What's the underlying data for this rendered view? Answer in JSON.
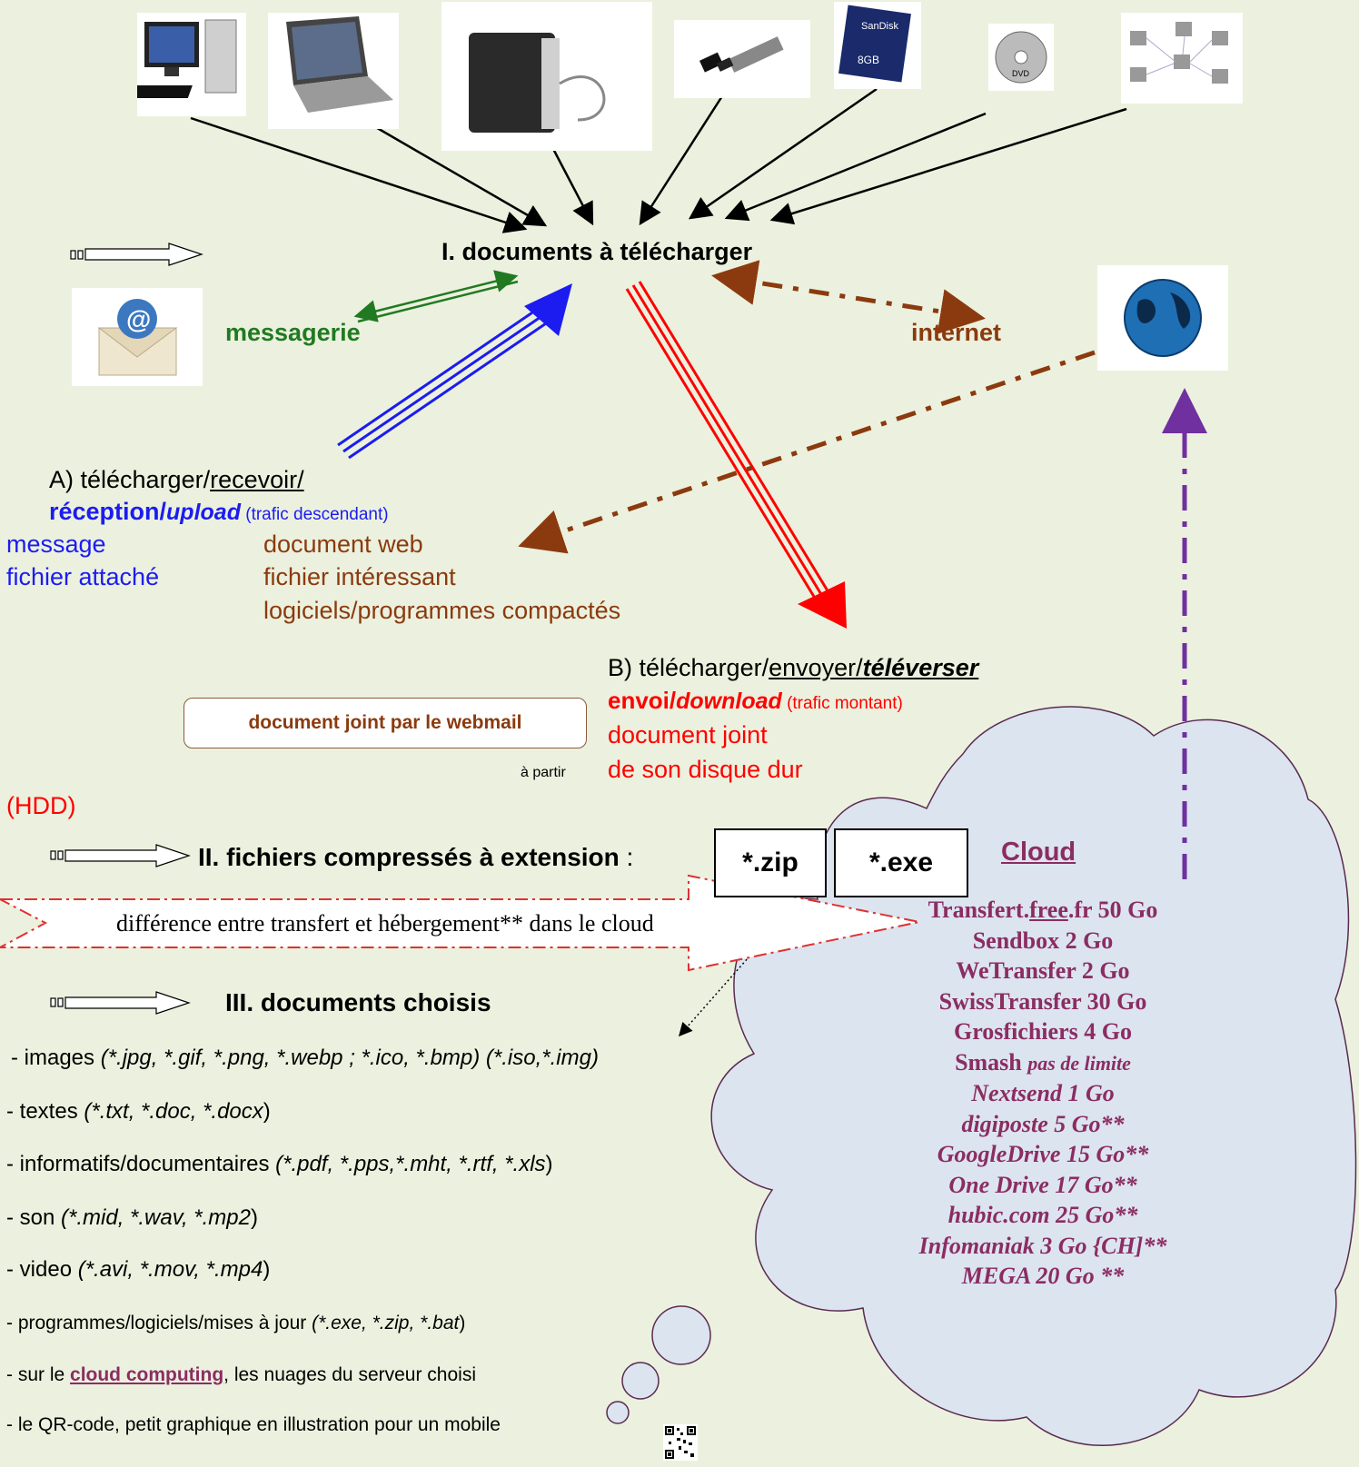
{
  "title": "I. documents à télécharger",
  "messagerie": "messagerie",
  "internet": "internet",
  "section_a": {
    "prefix": "A)  télécharger/",
    "underlined": "recevoir/",
    "reception": "réception/",
    "upload": "upload",
    "trafic": " (trafic descendant)",
    "left_items": [
      "message",
      "fichier attaché"
    ],
    "right_items": [
      "document web",
      "fichier intéressant",
      "logiciels/programmes compactés"
    ]
  },
  "section_b": {
    "prefix": "B) télécharger/",
    "envoyer": "envoyer/",
    "televerser": "téléverser",
    "envoi": "envoi/",
    "download": "download",
    "trafic": " (trafic montant)",
    "line1": "document joint",
    "line2": "de son disque dur",
    "hdd": "(HDD)",
    "a_partir": "à partir"
  },
  "webmail_box": "document joint par le webmail",
  "section_2": {
    "title": "II. fichiers compressés à extension",
    "colon": " :",
    "zip": "*.zip",
    "exe": "*.exe"
  },
  "banner": "différence entre transfert et hébergement** dans le cloud",
  "section_3": {
    "title": "III. documents choisis",
    "items": [
      {
        "text": " - images ",
        "ext": "(*.jpg, *.gif, *.png, *.webp ; *.ico, *.bmp) (*.iso,*.img)",
        "after": ""
      },
      {
        "text": "- textes ",
        "ext": "(*.txt, *.doc, *.docx",
        "after": ")"
      },
      {
        "text": "- informatifs/documentaires ",
        "ext": "(*.pdf, *.pps,*.mht, *.rtf, *.xls",
        "after": ")"
      },
      {
        "text": "- son ",
        "ext": "(*.mid, *.wav, *.mp2",
        "after": ")"
      },
      {
        "text": "- video ",
        "ext": "(*.avi, *.mov, *.mp4",
        "after": ")"
      },
      {
        "text": "- programmes/logiciels/mises à jour ",
        "ext": "(*.exe, *.zip, *.bat",
        "after": ")"
      }
    ],
    "cloud_prefix": "- sur le ",
    "cloud_link": "cloud computing",
    "cloud_suffix": ", les nuages du serveur choisi",
    "qr_line": "- le QR-code, petit graphique en illustration pour un mobile"
  },
  "cloud": {
    "title": "Cloud",
    "transfert_a": "Transfert.",
    "transfert_b": "free",
    "transfert_c": ".fr 50 Go",
    "sendbox": "Sendbox 2 Go",
    "wetransfer": "WeTransfer 2 Go",
    "swiss": "SwissTransfer 30 Go",
    "grosfichiers": "Grosfichiers 4 Go",
    "smash_a": "Smash ",
    "smash_b": "pas de limite",
    "nextsend": "Nextsend 1 Go",
    "digiposte": "digiposte 5 Go**",
    "googledrive": "GoogleDrive 15 Go**",
    "onedrive": "One Drive 17 Go**",
    "hubic": "hubic.com 25 Go**",
    "infomaniak": "Infomaniak 3 Go {CH]**",
    "mega": "MEGA 20 Go **"
  },
  "colors": {
    "background": "#ebf1de",
    "green": "#217a21",
    "blue": "#1c1cf0",
    "red": "#ff0000",
    "brown": "#8b3a0f",
    "purple": "#7030a0",
    "cloud_fill": "#dce4f0",
    "cloud_text": "#8b2d62"
  },
  "icons": [
    "desktop-computer-icon",
    "laptop-icon",
    "external-hard-drive-icon",
    "usb-key-icon",
    "sd-card-icon",
    "dvd-icon",
    "network-icon",
    "email-icon",
    "globe-icon",
    "qr-code-icon"
  ]
}
